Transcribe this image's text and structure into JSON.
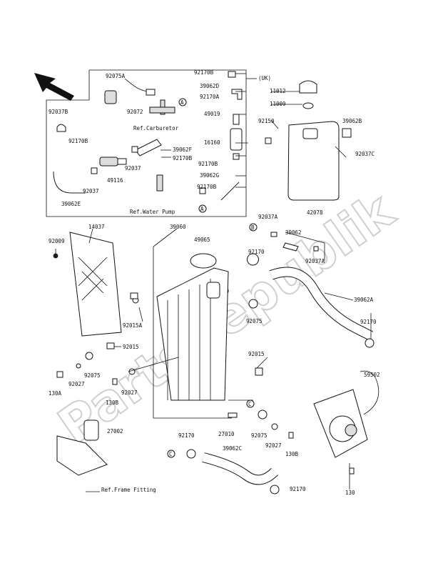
{
  "labels": {
    "p92075A": "92075A",
    "p92072": "92072",
    "p92170B_a": "92170B",
    "p92170B_b": "92170B",
    "p92170B_c": "92170B",
    "p92170B_d": "92170B",
    "p92170B_e": "92170B",
    "p92037B": "92037B",
    "p39062F": "39062F",
    "p92037_a": "92037",
    "p92037_b": "92037",
    "p49116": "49116",
    "p39062E": "39062E",
    "p39062D": "39062D",
    "p92170A": "92170A",
    "p49019": "49019",
    "p16160": "16160",
    "p39062G": "39062G",
    "p11012": "11012",
    "p11009": "11009",
    "p92150": "92150",
    "p39062B": "39062B",
    "p92037C": "92037C",
    "p42078": "42078",
    "p92037A_a": "92037A",
    "p39062": "39062",
    "p92037A_b": "92037A",
    "p14037": "14037",
    "p39060": "39060",
    "p49065": "49065",
    "p92009": "92009",
    "p92170_a": "92170",
    "p92015A": "92015A",
    "p39062A": "39062A",
    "p92075_a": "92075",
    "p92170_b": "92170",
    "p92015_a": "92015",
    "p92015_b": "92015",
    "p92075_b": "92075",
    "p92027_a": "92027",
    "p130A": "130A",
    "p130B_a": "130B",
    "p92027_b": "92027",
    "p59502": "59502",
    "p27002": "27002",
    "p27010": "27010",
    "p92075_c": "92075",
    "p92027_c": "92027",
    "p130B_b": "130B",
    "p92170_c": "92170",
    "p39062C": "39062C",
    "p92170_d": "92170",
    "p130": "130",
    "uk": "(UK)"
  },
  "refs": {
    "carburetor": "Ref.Carburetor",
    "water_pump": "Ref.Water Pump",
    "frame_fitting": "Ref.Frame Fitting"
  },
  "callouts": {
    "a": "A",
    "b": "B",
    "c": "C"
  },
  "watermark": "PartsRepublik"
}
